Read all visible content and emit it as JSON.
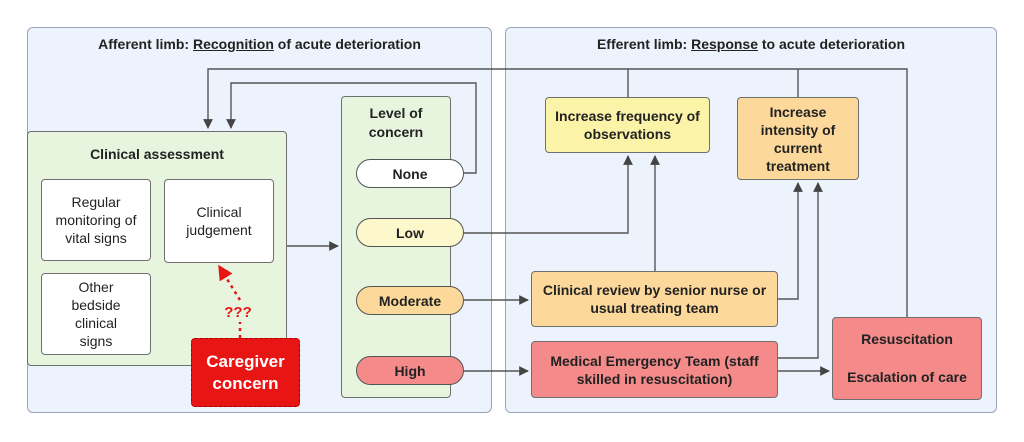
{
  "afferent": {
    "title_prefix": "Afferent limb: ",
    "title_keyword": "Recognition",
    "title_suffix": " of acute deterioration",
    "clinical_assessment": {
      "title": "Clinical assessment",
      "regular_monitoring": "Regular monitoring of vital signs",
      "clinical_judgement": "Clinical judgement",
      "other_signs": "Other bedside clinical signs"
    },
    "caregiver": "Caregiver concern",
    "question_marks": "???"
  },
  "level_of_concern": {
    "title": "Level of concern",
    "levels": [
      "None",
      "Low",
      "Moderate",
      "High"
    ]
  },
  "efferent": {
    "title_prefix": "Efferent limb: ",
    "title_keyword": "Response",
    "title_suffix": " to acute deterioration",
    "increase_frequency": "Increase frequency of observations",
    "increase_intensity": "Increase intensity of current treatment",
    "clinical_review": "Clinical review by senior nurse or usual treating team",
    "met": "Medical Emergency Team (staff skilled in resuscitation)",
    "resuscitation": "Resuscitation",
    "escalation": "Escalation of care"
  },
  "colors": {
    "panel_bg": "#edf3fc",
    "green": "#e7f5df",
    "yellow": "#fbf3a8",
    "orange": "#fcd99b",
    "red": "#f48a8a",
    "caregiver_red": "#e81515"
  }
}
